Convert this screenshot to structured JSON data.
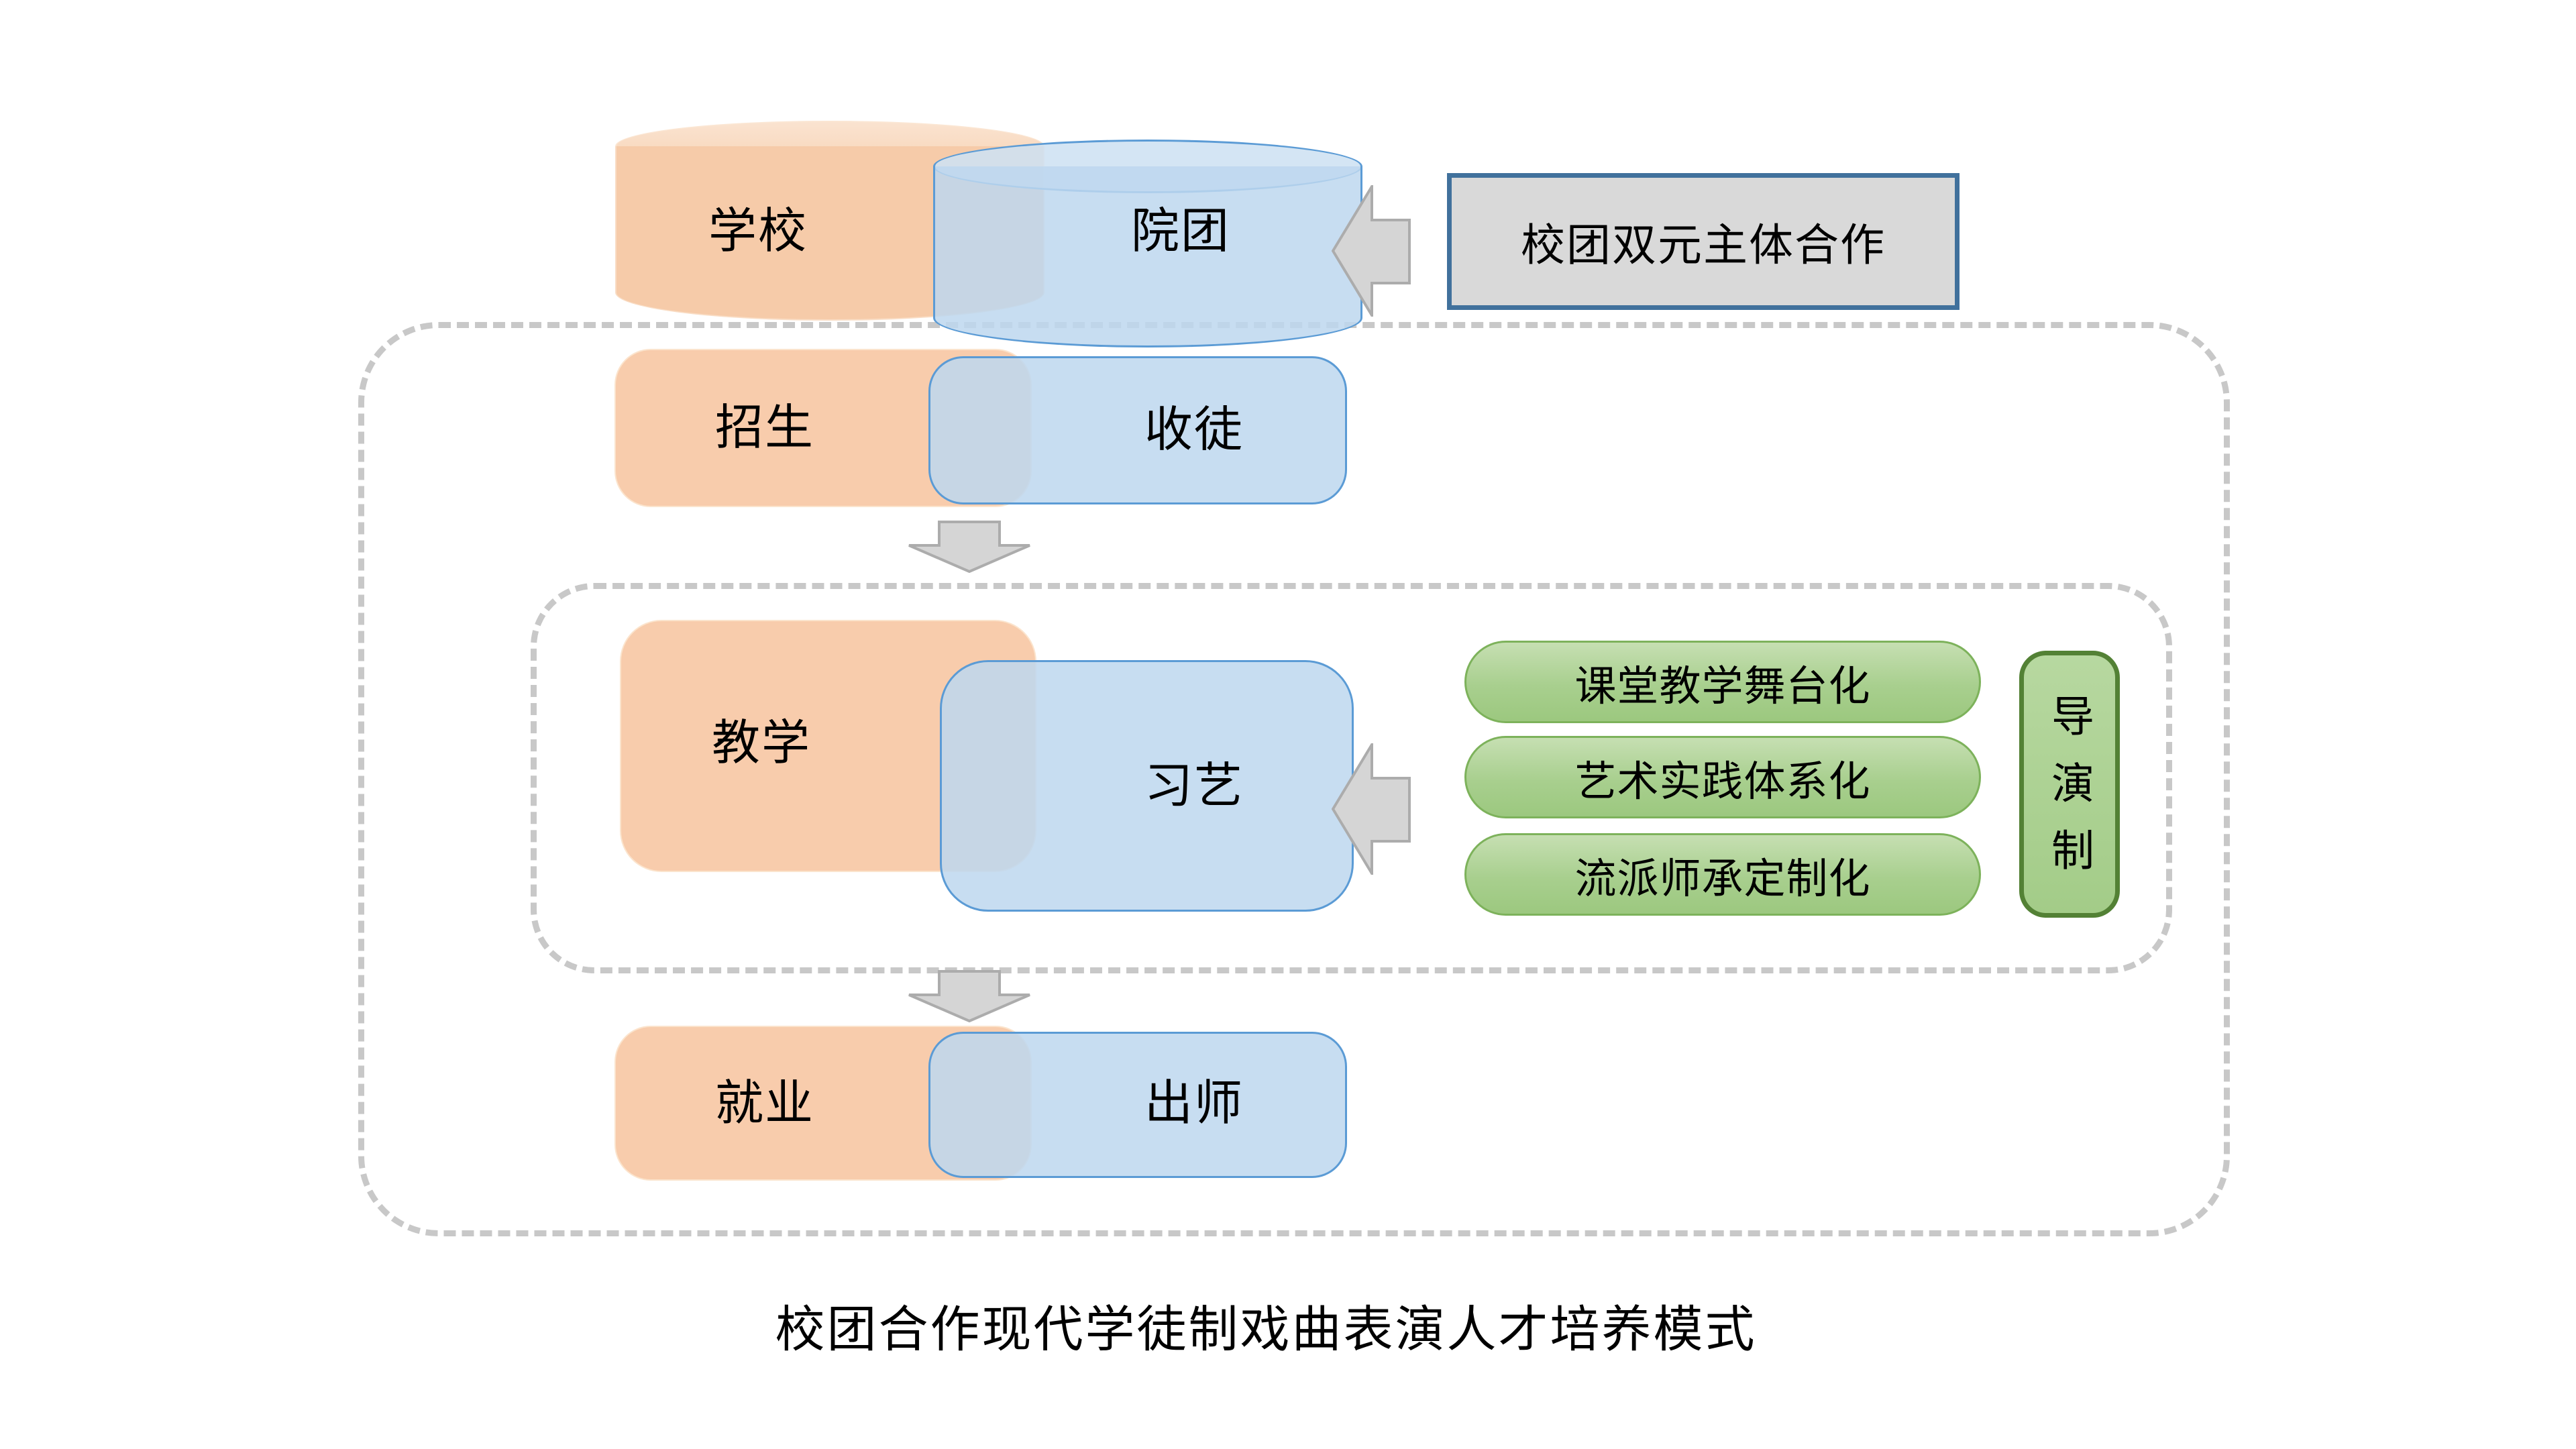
{
  "caption": "校团合作现代学徒制戏曲表演人才培养模式",
  "top": {
    "school_label": "学校",
    "troupe_label": "院团",
    "cooperation_label": "校团双元主体合作"
  },
  "stages": [
    {
      "school": "招生",
      "troupe": "收徒"
    },
    {
      "school": "教学",
      "troupe": "习艺"
    },
    {
      "school": "就业",
      "troupe": "出师"
    }
  ],
  "teaching_methods": [
    "课堂教学舞台化",
    "艺术实践体系化",
    "流派师承定制化"
  ],
  "director_system": "导演制",
  "colors": {
    "school_fill": "#f6cba9",
    "troupe_fill": "#bdd7ee",
    "troupe_border": "#5b9bd5",
    "method_fill": "#a9d18e",
    "method_border": "#70ad47",
    "director_border": "#538135",
    "cooperation_fill": "#d9d9d9",
    "cooperation_border": "#41719c",
    "arrow_fill": "#d5d5d5",
    "dashed_border": "#c8c8c8"
  }
}
